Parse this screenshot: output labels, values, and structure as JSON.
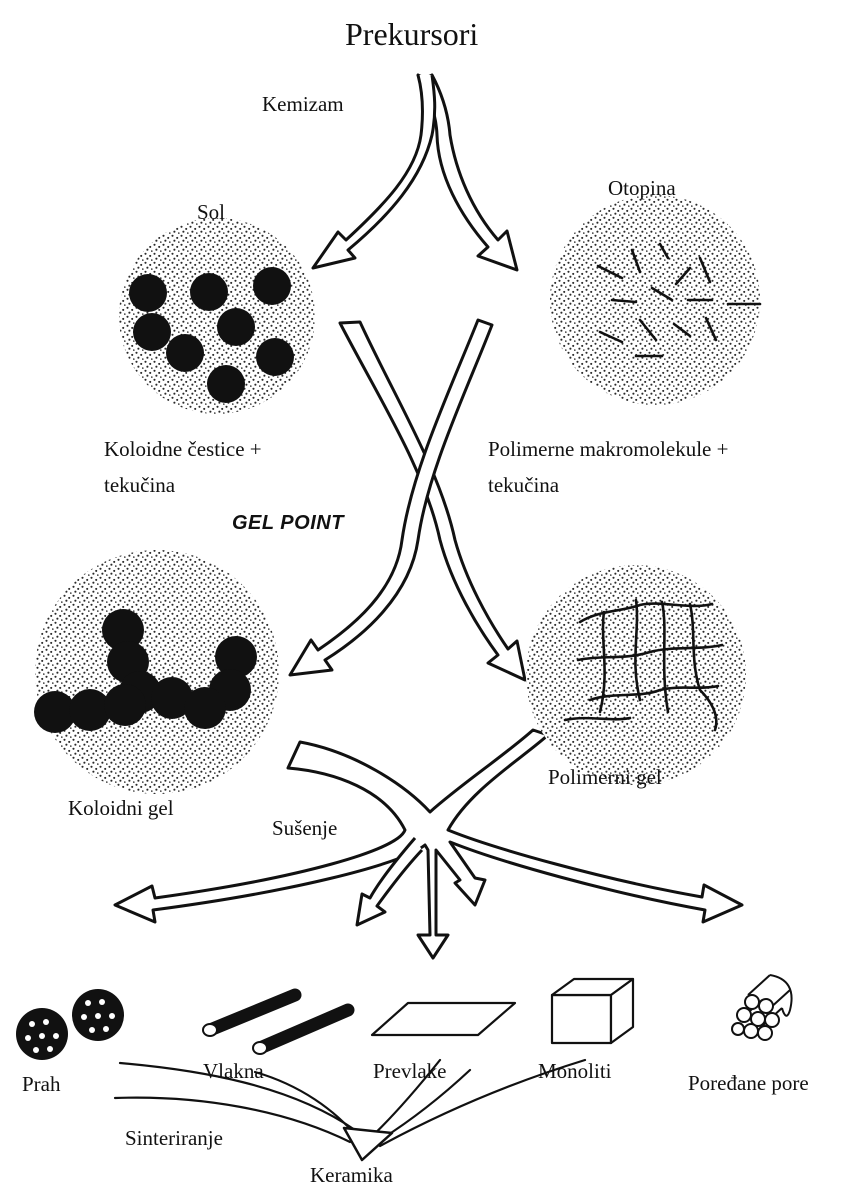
{
  "labels": {
    "precursors": "Prekursori",
    "chemistry": "Kemizam",
    "sol": "Sol",
    "solution": "Otopina",
    "colloid_desc_line1": "Koloidne čestice +",
    "colloid_desc_line2": "tekučina",
    "polymer_desc_line1": "Polimerne makromolekule +",
    "polymer_desc_line2": "tekučina",
    "gel_point": "GEL POINT",
    "colloidal_gel": "Koloidni gel",
    "polymer_gel": "Polimerni gel",
    "drying": "Sušenje",
    "powder": "Prah",
    "fibers": "Vlakna",
    "coatings": "Prevlake",
    "monoliths": "Monoliti",
    "aligned_pores": "Poređane pore",
    "sintering": "Sinteriranje",
    "ceramics": "Keramika"
  },
  "icons": {
    "sol": "sol-colloid-circle-icon",
    "solution": "solution-polymer-circle-icon",
    "colloidal_gel": "colloidal-gel-circle-icon",
    "polymer_gel": "polymer-gel-circle-icon",
    "powder": "powder-spheres-icon",
    "fibers": "fibers-icon",
    "coating": "coating-sheet-icon",
    "monolith": "monolith-cube-icon",
    "pores": "aligned-pores-icon"
  },
  "colors": {
    "ink": "#111111",
    "paper": "#ffffff"
  }
}
